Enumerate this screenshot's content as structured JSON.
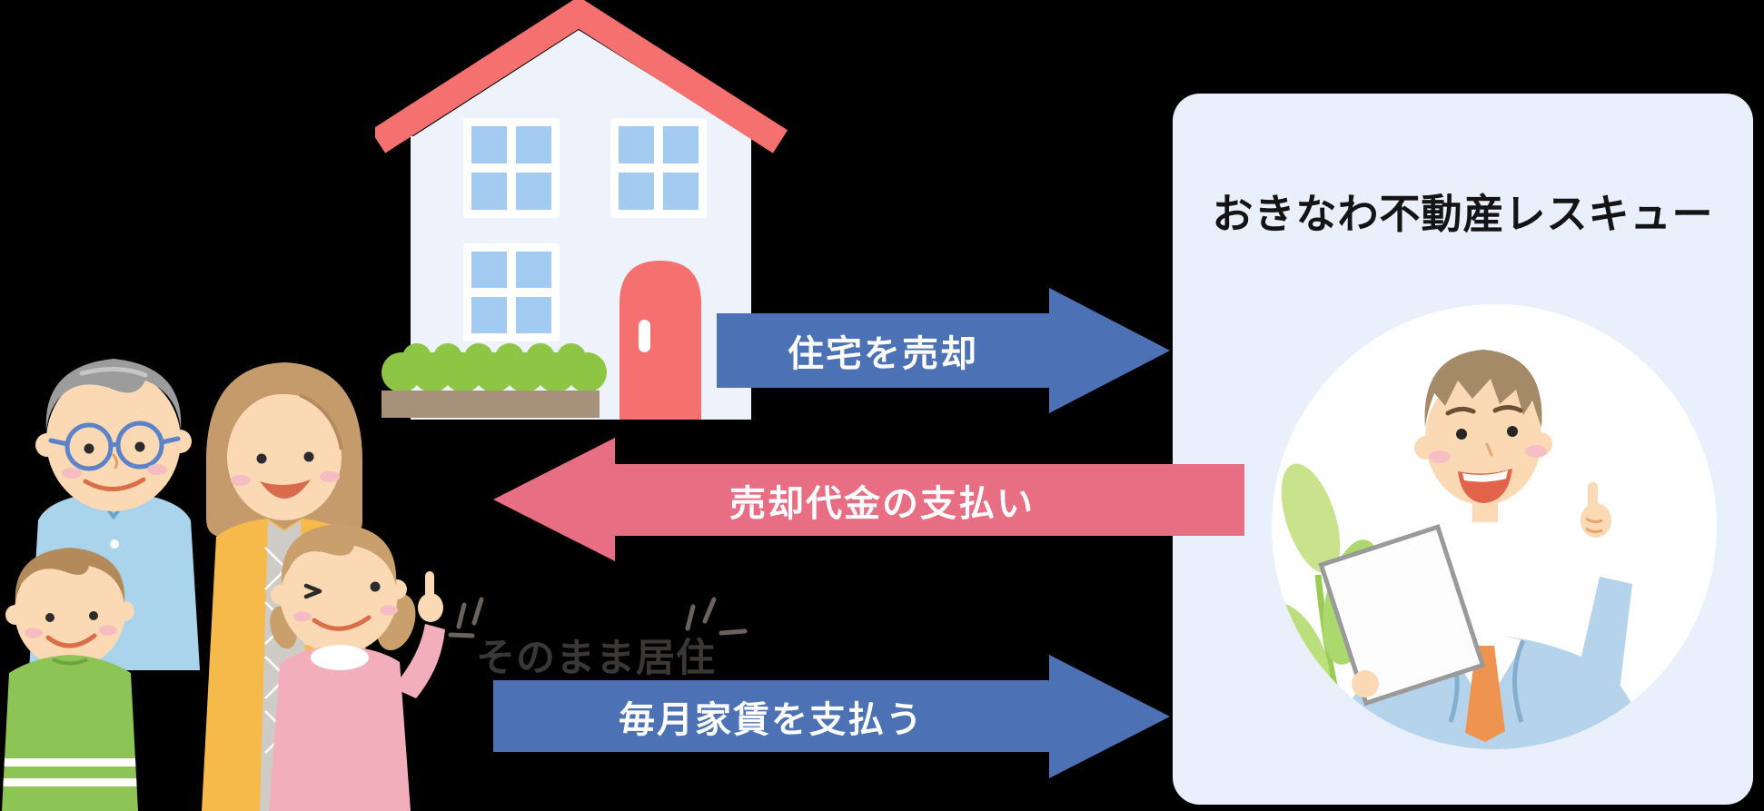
{
  "scene": {
    "background_color": "#000000",
    "description": "leaseback-flow-diagram"
  },
  "company": {
    "title": "おきなわ不動産レスキュー",
    "panel_color": "#E9F0FB",
    "title_color": "#141414",
    "agent": "male-real-estate-agent-avatar"
  },
  "flows": {
    "sell": {
      "label": "住宅を売却",
      "direction": "right",
      "color": "#4D71B5",
      "text_color": "#FFFFFF"
    },
    "payment": {
      "label": "売却代金の支払い",
      "direction": "left",
      "color": "#E86E84",
      "text_color": "#FFFFFF"
    },
    "rent": {
      "label": "毎月家賃を支払う",
      "direction": "right",
      "color": "#4D71B5",
      "text_color": "#FFFFFF"
    }
  },
  "note": {
    "label": "そのまま居住",
    "color": "#3B3735"
  },
  "house": {
    "name": "family-home-illustration",
    "roof_color": "#F4716F",
    "wall_color": "#EDF2FB",
    "window_color": "#A3CBF1",
    "door_color": "#F4716F",
    "hedge_color": "#8DC544",
    "planter_color": "#A8917A"
  },
  "family": {
    "name": "three-generation-family-illustration",
    "members": [
      "grandfather",
      "mother",
      "boy",
      "girl"
    ]
  }
}
